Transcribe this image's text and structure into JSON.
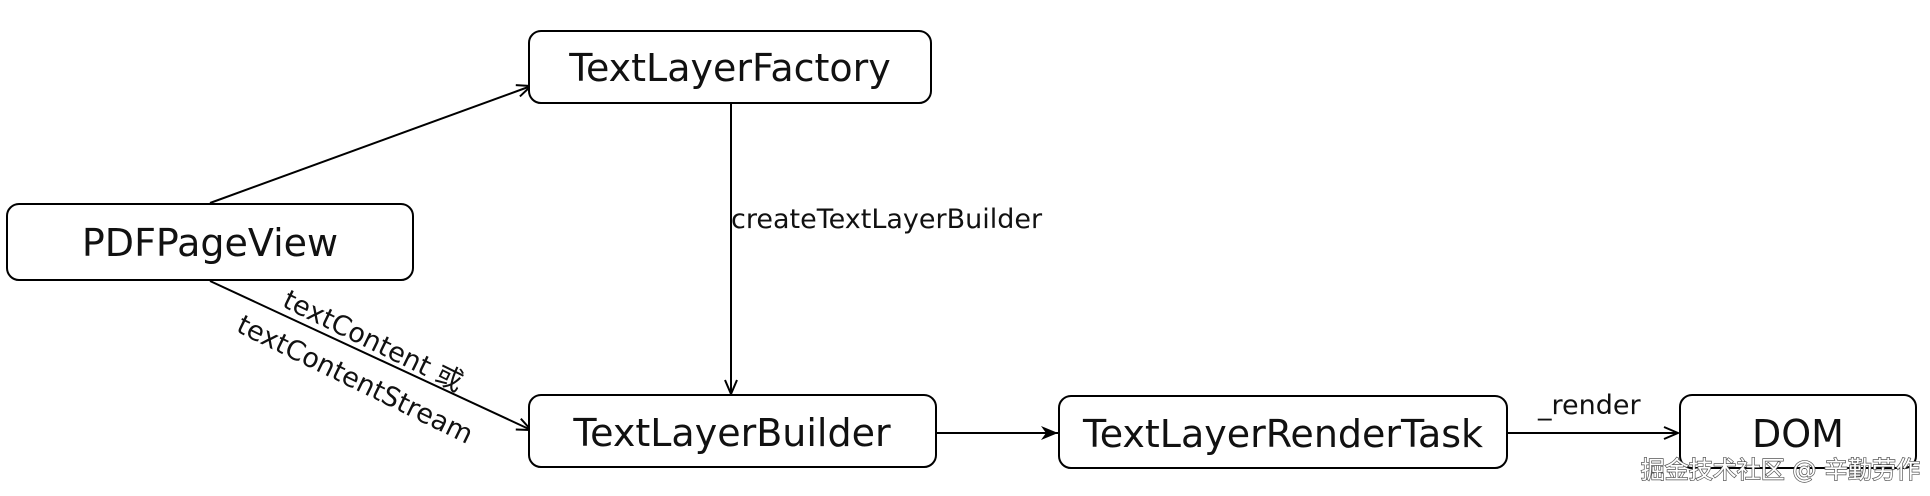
{
  "nodes": {
    "text_layer_factory": "TextLayerFactory",
    "pdf_page_view": "PDFPageView",
    "text_layer_builder": "TextLayerBuilder",
    "text_layer_render_task": "TextLayerRenderTask",
    "dom": "DOM"
  },
  "edges": {
    "create_text_layer_builder": "createTextLayerBuilder",
    "text_content_line1": "textContent 或",
    "text_content_line2": "textContentStream",
    "render": "_render"
  },
  "watermark": "掘金技术社区 @ 辛勤劳作",
  "colors": {
    "stroke": "#000000",
    "text": "#111111",
    "background": "#ffffff"
  }
}
